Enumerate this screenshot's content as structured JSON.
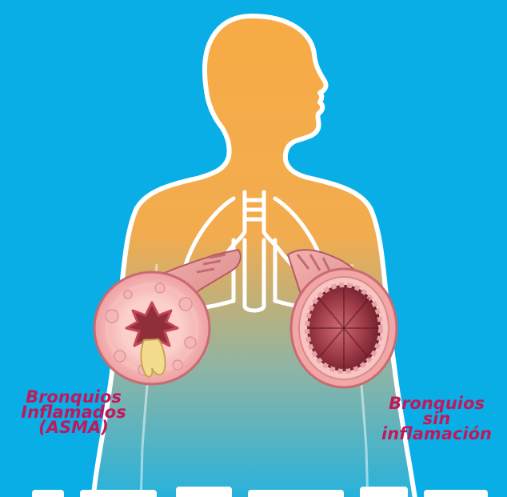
{
  "labels": {
    "inflamed": [
      "Bronquios",
      "Inflamados",
      "(ASMA)"
    ],
    "healthy": [
      "Bronquios",
      "sin",
      "inflamación"
    ]
  },
  "colors": {
    "background": "#0aaee6",
    "body_top": "#f7ab45",
    "body_bottom": "#28b4dc",
    "label": "#c2185b",
    "bronchi_wall": "#f2a6a6",
    "bronchi_lumen": "#8e2f3a",
    "mucus": "#f3dc8e"
  },
  "icons": [
    "human-silhouette",
    "lungs-outline",
    "inflamed-bronchus-cross-section",
    "healthy-bronchus-cross-section"
  ]
}
